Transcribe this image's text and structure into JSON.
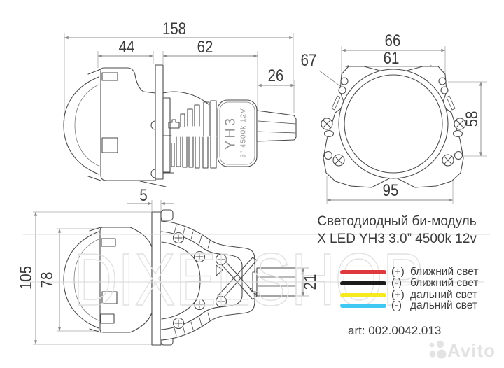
{
  "title_block": {
    "heading_line1": "Светодиодный би-модуль",
    "heading_line2": "X LED YH3 3.0” 4500k 12v",
    "art_label": "art: 002.0042.013"
  },
  "dims": {
    "d158": "158",
    "d44": "44",
    "d62": "62",
    "d26": "26",
    "d66": "66",
    "d61": "61",
    "d67": "67",
    "d58": "58",
    "d95": "95",
    "d5": "5",
    "d105": "105",
    "d78": "78",
    "d21": "21"
  },
  "device_markings": {
    "model": "YH3",
    "spec": "3” 4500k 12V"
  },
  "wiring_legend": {
    "items": [
      {
        "sign": "(+)",
        "label": "ближний свет",
        "color": "#e0393d"
      },
      {
        "sign": "(-)",
        "label": "ближний свет",
        "color": "#1b1b1b"
      },
      {
        "sign": "(+)",
        "label": "дальний свет",
        "color": "#f4ea1f"
      },
      {
        "sign": "(-)",
        "label": "дальний свет",
        "color": "#3fc9f2"
      }
    ]
  },
  "watermarks": {
    "shop": "DIXELSHOP",
    "marketplace": "Avito"
  },
  "colors": {
    "object_line": "#4a4a4a",
    "dimension_line": "#8a8a8a",
    "text": "#3a3a3a",
    "watermark": "#e2e2e2"
  }
}
